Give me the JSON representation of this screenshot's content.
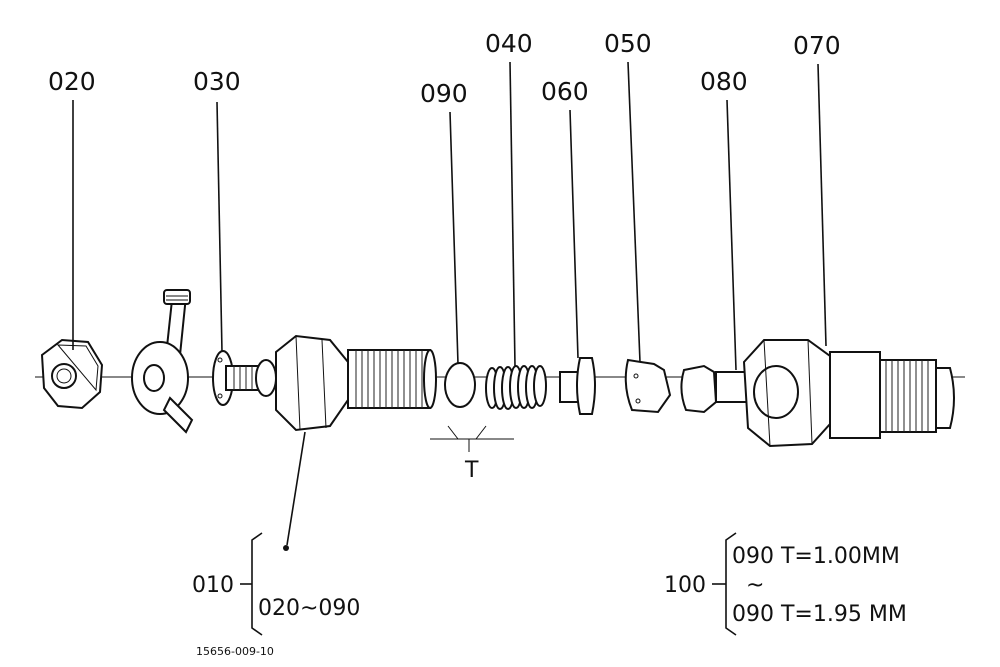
{
  "diagram": {
    "callouts": {
      "p020": "020",
      "p030": "030",
      "p090": "090",
      "p040": "040",
      "p060": "060",
      "p050": "050",
      "p080": "080",
      "p070": "070"
    },
    "assembly": {
      "code": "010",
      "range": "020~090"
    },
    "shims": {
      "code": "100",
      "first": "090 T=1.00MM",
      "tilde": "~",
      "last": "090 T=1.95 MM"
    },
    "thickness_symbol": "T",
    "drawing_number": "15656-009-10"
  }
}
